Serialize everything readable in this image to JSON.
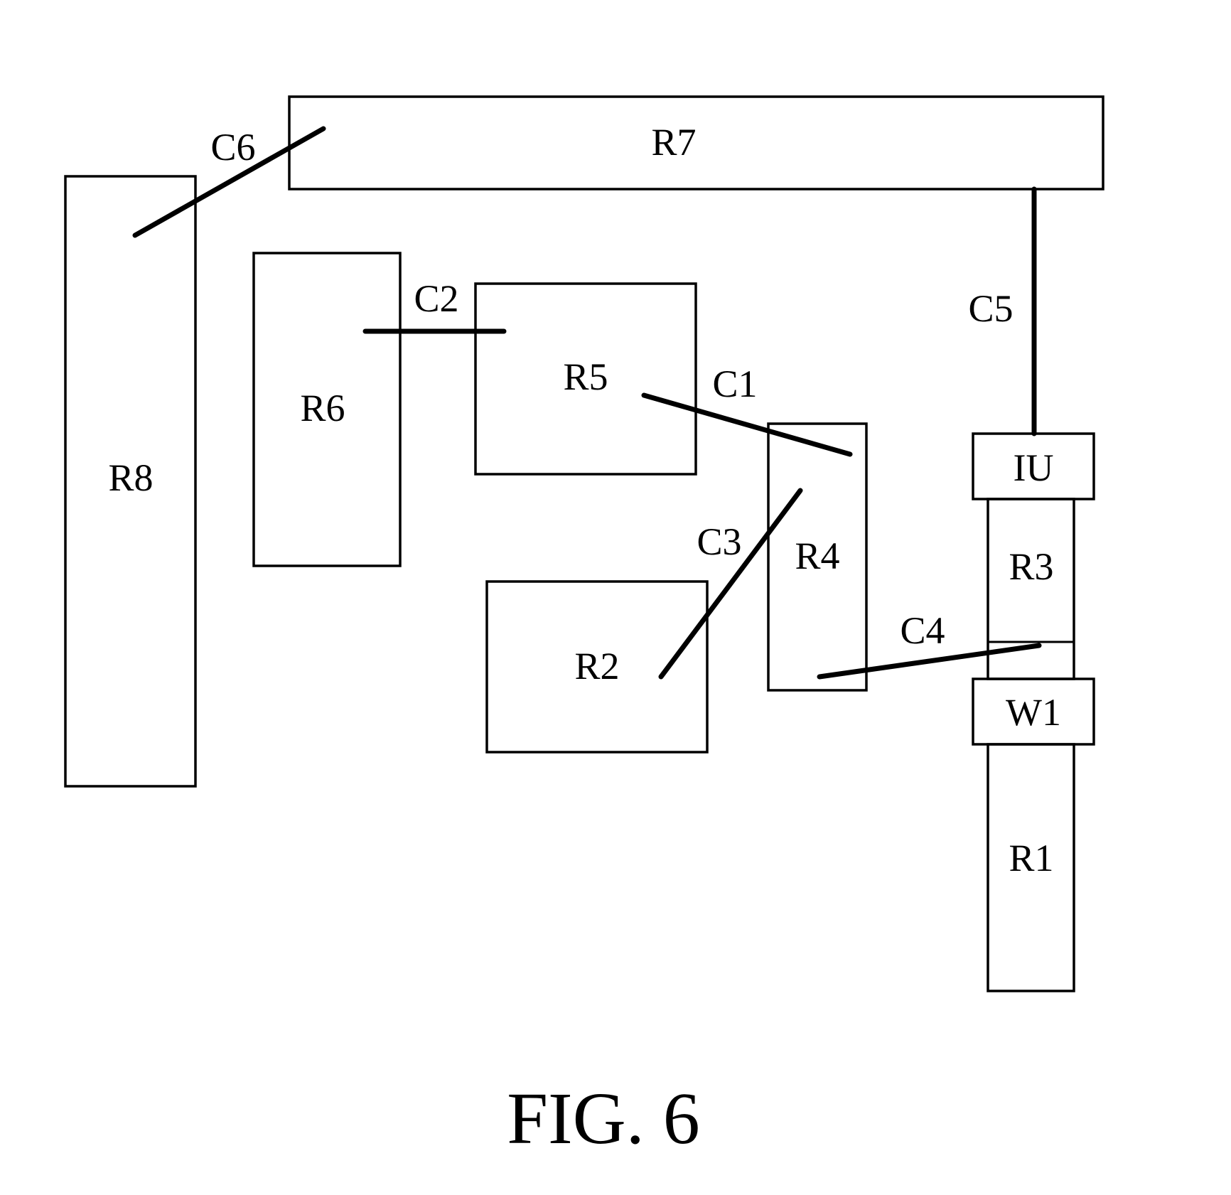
{
  "figure": {
    "caption": "FIG. 6",
    "blocks": [
      {
        "id": "R7",
        "label": "R7"
      },
      {
        "id": "R8",
        "label": "R8"
      },
      {
        "id": "R6",
        "label": "R6"
      },
      {
        "id": "R5",
        "label": "R5"
      },
      {
        "id": "R2",
        "label": "R2"
      },
      {
        "id": "R4",
        "label": "R4"
      },
      {
        "id": "IU",
        "label": "IU"
      },
      {
        "id": "R3",
        "label": "R3"
      },
      {
        "id": "W1",
        "label": "W1"
      },
      {
        "id": "R1",
        "label": "R1"
      }
    ],
    "connections": [
      {
        "id": "C1",
        "label": "C1",
        "from": "R5",
        "to": "R4"
      },
      {
        "id": "C2",
        "label": "C2",
        "from": "R6",
        "to": "R5"
      },
      {
        "id": "C3",
        "label": "C3",
        "from": "R2",
        "to": "R4"
      },
      {
        "id": "C4",
        "label": "C4",
        "from": "R4",
        "to": "R3"
      },
      {
        "id": "C5",
        "label": "C5",
        "from": "R7",
        "to": "IU"
      },
      {
        "id": "C6",
        "label": "C6",
        "from": "R8",
        "to": "R7"
      }
    ]
  }
}
